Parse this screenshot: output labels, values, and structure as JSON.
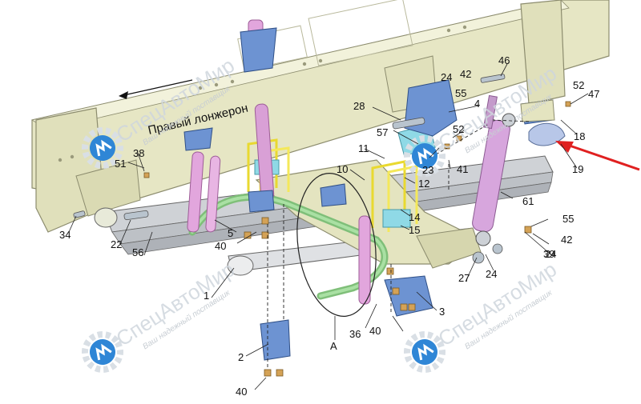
{
  "diagram": {
    "frame_label": "Правый лонжерон",
    "group_label": "A",
    "part_numbers": [
      "1",
      "2",
      "3",
      "4",
      "5",
      "10",
      "11",
      "12",
      "14",
      "15",
      "18",
      "19",
      "22",
      "23",
      "24",
      "27",
      "28",
      "34",
      "36",
      "38",
      "39",
      "40",
      "41",
      "42",
      "46",
      "47",
      "51",
      "52",
      "55",
      "56",
      "57",
      "61"
    ]
  },
  "watermark": {
    "brand": "СпецАвтоМир",
    "tagline": "Ваш надежный поставщик"
  },
  "colors": {
    "frame": "#e6e6c4",
    "frame_edge": "#8c8c6e",
    "spring": "#cfd2d6",
    "bracket_blue": "#5f86c9",
    "u_bolt": "#f4e85a",
    "stabilizer": "#9fd89a",
    "link_pink": "#e2a6dd",
    "shock": "#d7a6dd",
    "cyan_pad": "#8fd9e6",
    "arrow_red": "#e02020"
  }
}
